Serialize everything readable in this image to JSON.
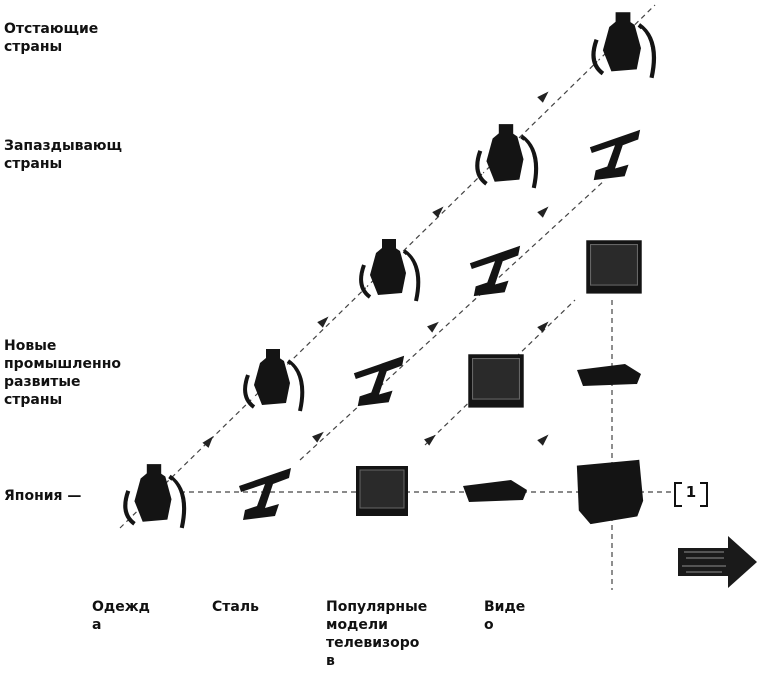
{
  "row_labels": [
    "Отстающие\nстраны",
    "Запаздывающие\nстраны",
    "Новые\nпромышленно\nразвитые\nстраны",
    "Япония —"
  ],
  "column_labels": [
    "Одежд\nа",
    "Сталь",
    "Популярные\nмодели\nтелевизоро\nв",
    "Виде\nо"
  ],
  "callout": "1",
  "colors": {
    "ink": "#111111",
    "line": "#444444",
    "icon": "#141414"
  },
  "icons": [
    "clothing-icon",
    "steel-beam-icon",
    "tv-icon",
    "video-icon",
    "computer-icon"
  ]
}
